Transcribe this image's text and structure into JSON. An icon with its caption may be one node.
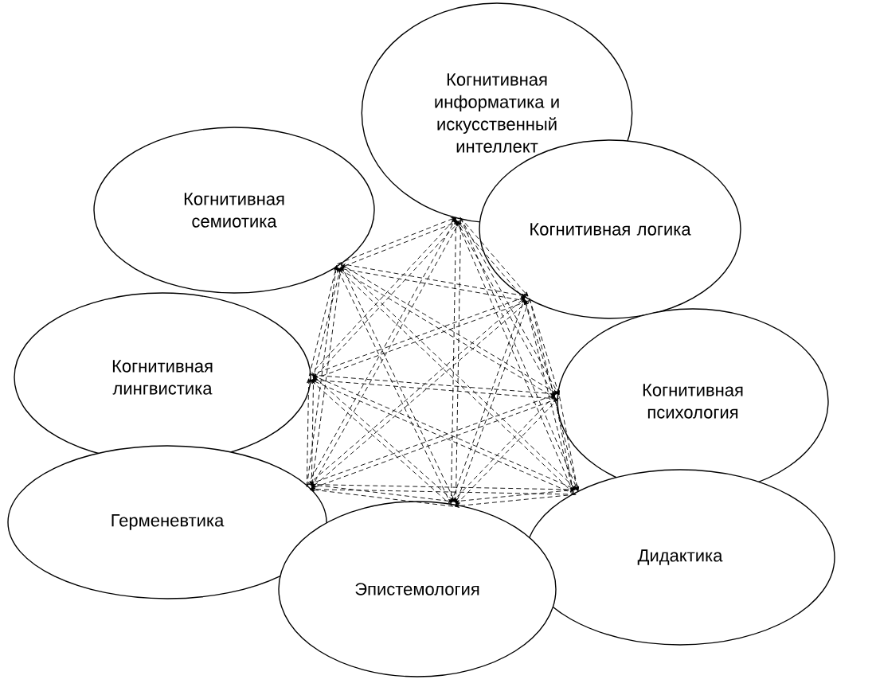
{
  "diagram": {
    "nodes": [
      {
        "text": [
          "Когнитивная информатика и искусственный интеллект"
        ]
      },
      {
        "text": [
          "Когнитивная семиотика"
        ]
      },
      {
        "text": [
          "Когнитивная логика"
        ]
      },
      {
        "text": [
          "Когнитивная лингвистика"
        ]
      },
      {
        "text": [
          "Когнитивная психология"
        ]
      },
      {
        "text": [
          "Герменевтика"
        ]
      },
      {
        "text": [
          "Дидактика"
        ]
      },
      {
        "text": [
          "Эпистемология"
        ]
      }
    ],
    "edges": [
      {
        "from": 0,
        "to": 1,
        "arrow": "to",
        "style": "dashed"
      },
      {
        "from": 1,
        "to": 0,
        "arrow": "to",
        "style": "dashed"
      },
      {
        "from": 0,
        "to": 2,
        "arrow": "to",
        "style": "dashed"
      },
      {
        "from": 2,
        "to": 0,
        "arrow": "to",
        "style": "dashed"
      },
      {
        "from": 0,
        "to": 3,
        "arrow": "to",
        "style": "dashed"
      },
      {
        "from": 3,
        "to": 0,
        "arrow": "to",
        "style": "dashed"
      },
      {
        "from": 0,
        "to": 4,
        "arrow": "to",
        "style": "dashed"
      },
      {
        "from": 4,
        "to": 0,
        "arrow": "to",
        "style": "dashed"
      },
      {
        "from": 0,
        "to": 5,
        "arrow": "to",
        "style": "dashed"
      },
      {
        "from": 5,
        "to": 0,
        "arrow": "to",
        "style": "dashed"
      },
      {
        "from": 0,
        "to": 6,
        "arrow": "to",
        "style": "dashed"
      },
      {
        "from": 6,
        "to": 0,
        "arrow": "to",
        "style": "dashed"
      },
      {
        "from": 0,
        "to": 7,
        "arrow": "to",
        "style": "dashed"
      },
      {
        "from": 7,
        "to": 0,
        "arrow": "to",
        "style": "dashed"
      },
      {
        "from": 1,
        "to": 2,
        "arrow": "to",
        "style": "dashed"
      },
      {
        "from": 2,
        "to": 1,
        "arrow": "to",
        "style": "dashed"
      },
      {
        "from": 1,
        "to": 3,
        "arrow": "to",
        "style": "dashed"
      },
      {
        "from": 3,
        "to": 1,
        "arrow": "to",
        "style": "dashed"
      },
      {
        "from": 1,
        "to": 4,
        "arrow": "to",
        "style": "dashed"
      },
      {
        "from": 4,
        "to": 1,
        "arrow": "to",
        "style": "dashed"
      },
      {
        "from": 1,
        "to": 5,
        "arrow": "to",
        "style": "dashed"
      },
      {
        "from": 5,
        "to": 1,
        "arrow": "to",
        "style": "dashed"
      },
      {
        "from": 1,
        "to": 6,
        "arrow": "to",
        "style": "dashed"
      },
      {
        "from": 6,
        "to": 1,
        "arrow": "to",
        "style": "dashed"
      },
      {
        "from": 1,
        "to": 7,
        "arrow": "to",
        "style": "dashed"
      },
      {
        "from": 7,
        "to": 1,
        "arrow": "to",
        "style": "dashed"
      },
      {
        "from": 2,
        "to": 3,
        "arrow": "to",
        "style": "dashed"
      },
      {
        "from": 3,
        "to": 2,
        "arrow": "to",
        "style": "dashed"
      },
      {
        "from": 2,
        "to": 4,
        "arrow": "to",
        "style": "dashed"
      },
      {
        "from": 4,
        "to": 2,
        "arrow": "to",
        "style": "dashed"
      },
      {
        "from": 2,
        "to": 5,
        "arrow": "to",
        "style": "dashed"
      },
      {
        "from": 5,
        "to": 2,
        "arrow": "to",
        "style": "dashed"
      },
      {
        "from": 2,
        "to": 6,
        "arrow": "to",
        "style": "dashed"
      },
      {
        "from": 6,
        "to": 2,
        "arrow": "to",
        "style": "dashed"
      },
      {
        "from": 2,
        "to": 7,
        "arrow": "to",
        "style": "dashed"
      },
      {
        "from": 7,
        "to": 2,
        "arrow": "to",
        "style": "dashed"
      },
      {
        "from": 3,
        "to": 4,
        "arrow": "to",
        "style": "dashed"
      },
      {
        "from": 4,
        "to": 3,
        "arrow": "to",
        "style": "dashed"
      },
      {
        "from": 3,
        "to": 5,
        "arrow": "to",
        "style": "dashed"
      },
      {
        "from": 5,
        "to": 3,
        "arrow": "to",
        "style": "dashed"
      },
      {
        "from": 3,
        "to": 6,
        "arrow": "to",
        "style": "dashed"
      },
      {
        "from": 6,
        "to": 3,
        "arrow": "to",
        "style": "dashed"
      },
      {
        "from": 3,
        "to": 7,
        "arrow": "to",
        "style": "dashed"
      },
      {
        "from": 7,
        "to": 3,
        "arrow": "to",
        "style": "dashed"
      },
      {
        "from": 4,
        "to": 5,
        "arrow": "to",
        "style": "dashed"
      },
      {
        "from": 5,
        "to": 4,
        "arrow": "to",
        "style": "dashed"
      },
      {
        "from": 4,
        "to": 6,
        "arrow": "to",
        "style": "dashed"
      },
      {
        "from": 6,
        "to": 4,
        "arrow": "to",
        "style": "dashed"
      },
      {
        "from": 4,
        "to": 7,
        "arrow": "to",
        "style": "dashed"
      },
      {
        "from": 7,
        "to": 4,
        "arrow": "to",
        "style": "dashed"
      },
      {
        "from": 5,
        "to": 6,
        "arrow": "to",
        "style": "dashed"
      },
      {
        "from": 6,
        "to": 5,
        "arrow": "to",
        "style": "dashed"
      },
      {
        "from": 5,
        "to": 7,
        "arrow": "to",
        "style": "dashed"
      },
      {
        "from": 7,
        "to": 5,
        "arrow": "to",
        "style": "dashed"
      },
      {
        "from": 6,
        "to": 7,
        "arrow": "to",
        "style": "dashed"
      },
      {
        "from": 7,
        "to": 6,
        "arrow": "to",
        "style": "dashed"
      }
    ]
  }
}
